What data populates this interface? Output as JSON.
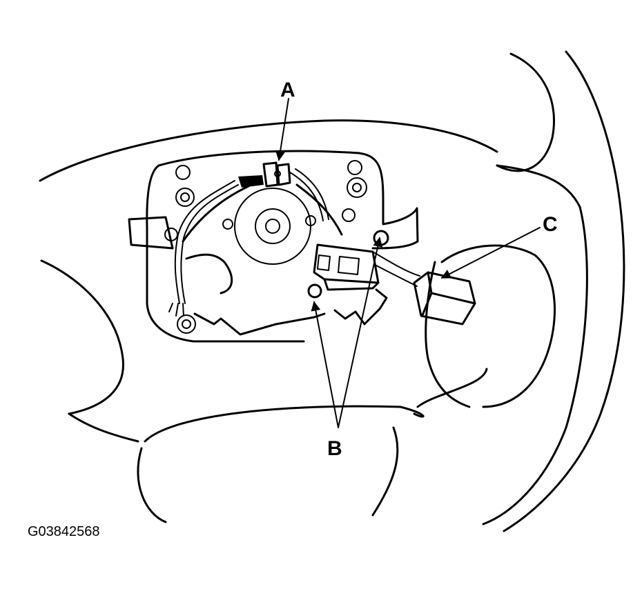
{
  "callouts": {
    "a": "A",
    "b": "B",
    "c": "C"
  },
  "figure_id": "G03842568"
}
